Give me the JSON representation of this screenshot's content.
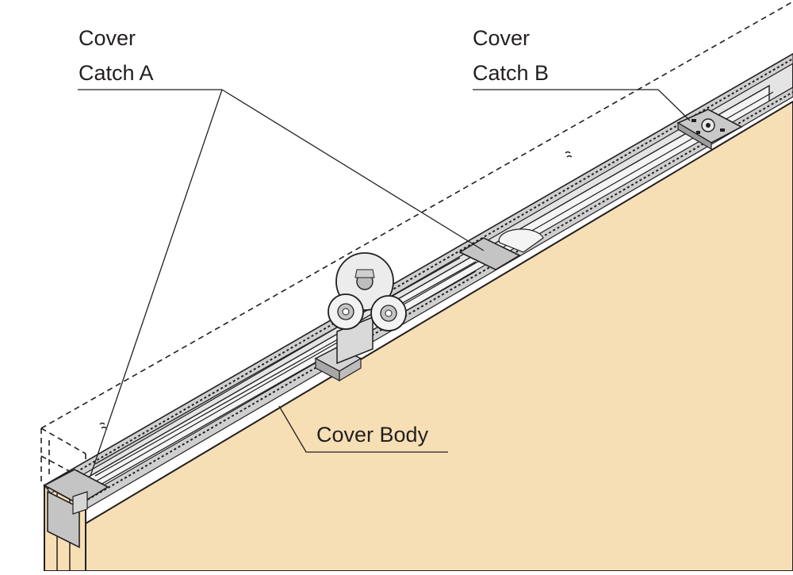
{
  "labels": {
    "catch_a": [
      "Cover",
      "Catch A"
    ],
    "catch_b": [
      "Cover",
      "Catch B"
    ],
    "cover_body": "Cover Body"
  },
  "colors": {
    "panel": "#f7dfb5",
    "rail": "#d9d9d9",
    "rail_dark": "#b5b5b5",
    "catch": "#c8c8c8",
    "line": "#231f20",
    "background": "#ffffff"
  }
}
